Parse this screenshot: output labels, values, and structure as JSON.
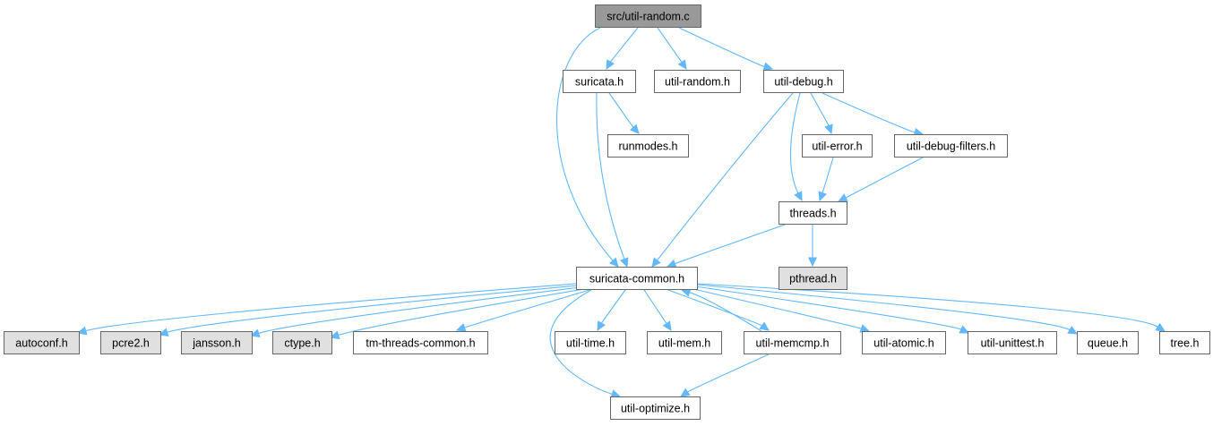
{
  "colors": {
    "root_fill": "#999999",
    "file_fill": "#ffffff",
    "external_fill": "#e0e0e0",
    "edge": "#63b8ff"
  },
  "nodes": [
    {
      "id": "src-util-random-c",
      "label": "src/util-random.c",
      "kind": "root"
    },
    {
      "id": "suricata-h",
      "label": "suricata.h",
      "kind": "file"
    },
    {
      "id": "util-random-h",
      "label": "util-random.h",
      "kind": "file"
    },
    {
      "id": "util-debug-h",
      "label": "util-debug.h",
      "kind": "file"
    },
    {
      "id": "runmodes-h",
      "label": "runmodes.h",
      "kind": "file"
    },
    {
      "id": "util-error-h",
      "label": "util-error.h",
      "kind": "file"
    },
    {
      "id": "util-debug-filters-h",
      "label": "util-debug-filters.h",
      "kind": "file"
    },
    {
      "id": "threads-h",
      "label": "threads.h",
      "kind": "file"
    },
    {
      "id": "suricata-common-h",
      "label": "suricata-common.h",
      "kind": "file"
    },
    {
      "id": "pthread-h",
      "label": "pthread.h",
      "kind": "external"
    },
    {
      "id": "autoconf-h",
      "label": "autoconf.h",
      "kind": "external"
    },
    {
      "id": "pcre2-h",
      "label": "pcre2.h",
      "kind": "external"
    },
    {
      "id": "jansson-h",
      "label": "jansson.h",
      "kind": "external"
    },
    {
      "id": "ctype-h",
      "label": "ctype.h",
      "kind": "external"
    },
    {
      "id": "tm-threads-common-h",
      "label": "tm-threads-common.h",
      "kind": "file"
    },
    {
      "id": "util-time-h",
      "label": "util-time.h",
      "kind": "file"
    },
    {
      "id": "util-mem-h",
      "label": "util-mem.h",
      "kind": "file"
    },
    {
      "id": "util-memcmp-h",
      "label": "util-memcmp.h",
      "kind": "file"
    },
    {
      "id": "util-atomic-h",
      "label": "util-atomic.h",
      "kind": "file"
    },
    {
      "id": "util-unittest-h",
      "label": "util-unittest.h",
      "kind": "file"
    },
    {
      "id": "queue-h",
      "label": "queue.h",
      "kind": "file"
    },
    {
      "id": "tree-h",
      "label": "tree.h",
      "kind": "file"
    },
    {
      "id": "util-optimize-h",
      "label": "util-optimize.h",
      "kind": "file"
    }
  ],
  "edges": [
    {
      "from": "src-util-random-c",
      "to": "suricata-h"
    },
    {
      "from": "src-util-random-c",
      "to": "util-random-h"
    },
    {
      "from": "src-util-random-c",
      "to": "util-debug-h"
    },
    {
      "from": "src-util-random-c",
      "to": "suricata-common-h"
    },
    {
      "from": "suricata-h",
      "to": "runmodes-h"
    },
    {
      "from": "suricata-h",
      "to": "suricata-common-h"
    },
    {
      "from": "util-debug-h",
      "to": "util-error-h"
    },
    {
      "from": "util-debug-h",
      "to": "util-debug-filters-h"
    },
    {
      "from": "util-debug-h",
      "to": "threads-h"
    },
    {
      "from": "util-debug-h",
      "to": "suricata-common-h"
    },
    {
      "from": "util-error-h",
      "to": "threads-h"
    },
    {
      "from": "util-debug-filters-h",
      "to": "threads-h"
    },
    {
      "from": "threads-h",
      "to": "suricata-common-h"
    },
    {
      "from": "threads-h",
      "to": "pthread-h"
    },
    {
      "from": "suricata-common-h",
      "to": "autoconf-h"
    },
    {
      "from": "suricata-common-h",
      "to": "pcre2-h"
    },
    {
      "from": "suricata-common-h",
      "to": "jansson-h"
    },
    {
      "from": "suricata-common-h",
      "to": "ctype-h"
    },
    {
      "from": "suricata-common-h",
      "to": "tm-threads-common-h"
    },
    {
      "from": "suricata-common-h",
      "to": "util-time-h"
    },
    {
      "from": "suricata-common-h",
      "to": "util-mem-h"
    },
    {
      "from": "suricata-common-h",
      "to": "util-memcmp-h"
    },
    {
      "from": "suricata-common-h",
      "to": "util-atomic-h"
    },
    {
      "from": "suricata-common-h",
      "to": "util-unittest-h"
    },
    {
      "from": "suricata-common-h",
      "to": "queue-h"
    },
    {
      "from": "suricata-common-h",
      "to": "tree-h"
    },
    {
      "from": "suricata-common-h",
      "to": "util-optimize-h"
    },
    {
      "from": "util-memcmp-h",
      "to": "suricata-common-h"
    },
    {
      "from": "util-memcmp-h",
      "to": "util-optimize-h"
    }
  ]
}
